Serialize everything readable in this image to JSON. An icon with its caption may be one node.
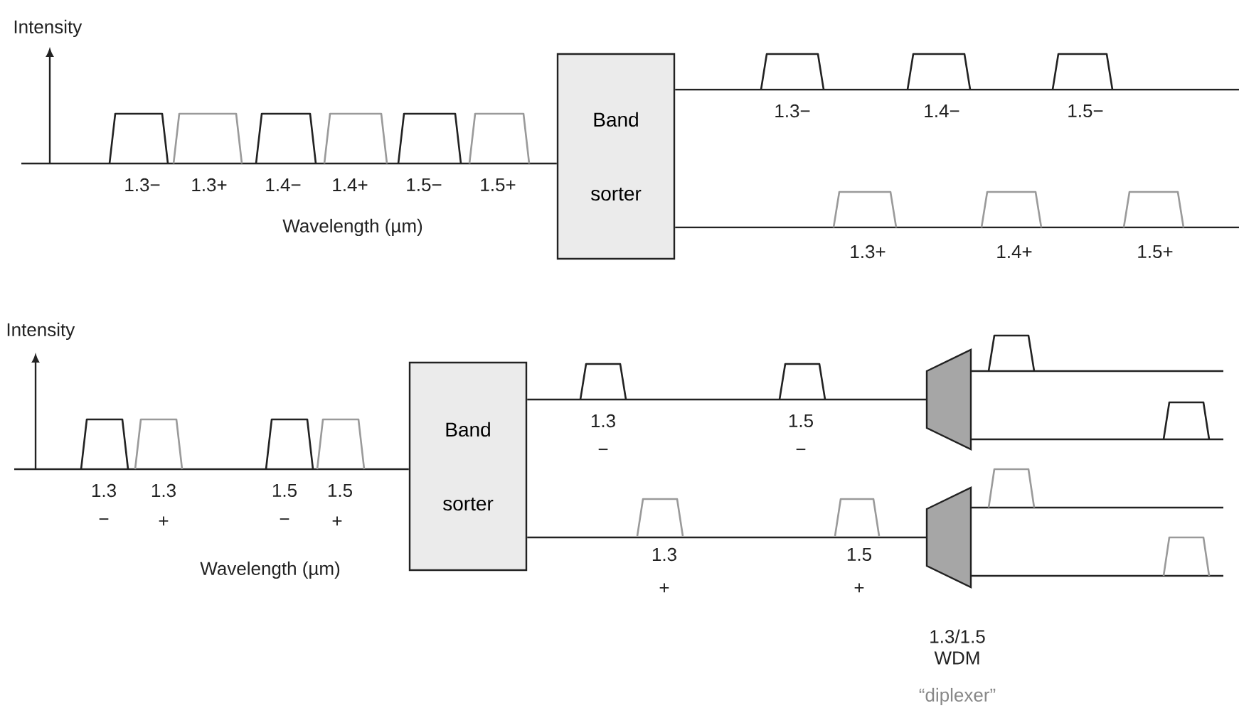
{
  "diagram": {
    "nodes": [
      {
        "text": [
          "Band sorter"
        ]
      },
      {
        "text": [
          "Band sorter"
        ]
      },
      {
        "text": [],
        "shape": "trapezoid"
      },
      {
        "text": [],
        "shape": "trapezoid",
        "beside": [
          "1.3/1.5 WDM",
          "“diplexer”"
        ]
      }
    ],
    "edges": [
      {
        "from": null,
        "to": 0,
        "arrow": "none"
      },
      {
        "from": 0,
        "to": null,
        "arrow": "none"
      },
      {
        "from": 0,
        "to": null,
        "arrow": "none"
      },
      {
        "from": null,
        "to": 1,
        "arrow": "none"
      },
      {
        "from": 1,
        "to": 2,
        "arrow": "none"
      },
      {
        "from": 1,
        "to": 3,
        "arrow": "none"
      },
      {
        "from": 2,
        "to": null,
        "arrow": "none"
      },
      {
        "from": 2,
        "to": null,
        "arrow": "none"
      },
      {
        "from": 3,
        "to": null,
        "arrow": "none"
      },
      {
        "from": 3,
        "to": null,
        "arrow": "none"
      }
    ],
    "labels": [
      "Intensity",
      "1.3−",
      "1.3+",
      "1.4−",
      "1.4+",
      "1.5−",
      "1.5+",
      "Wavelength (µm)",
      "1.3−",
      "1.4−",
      "1.5−",
      "1.3+",
      "1.4+",
      "1.5+",
      "Intensity",
      "1.3",
      "1.3",
      "1.5",
      "1.5",
      "−",
      "+",
      "−",
      "+",
      "Wavelength (µm)",
      "1.3",
      "−",
      "1.5",
      "−",
      "1.3",
      "+",
      "1.5",
      "+"
    ]
  }
}
